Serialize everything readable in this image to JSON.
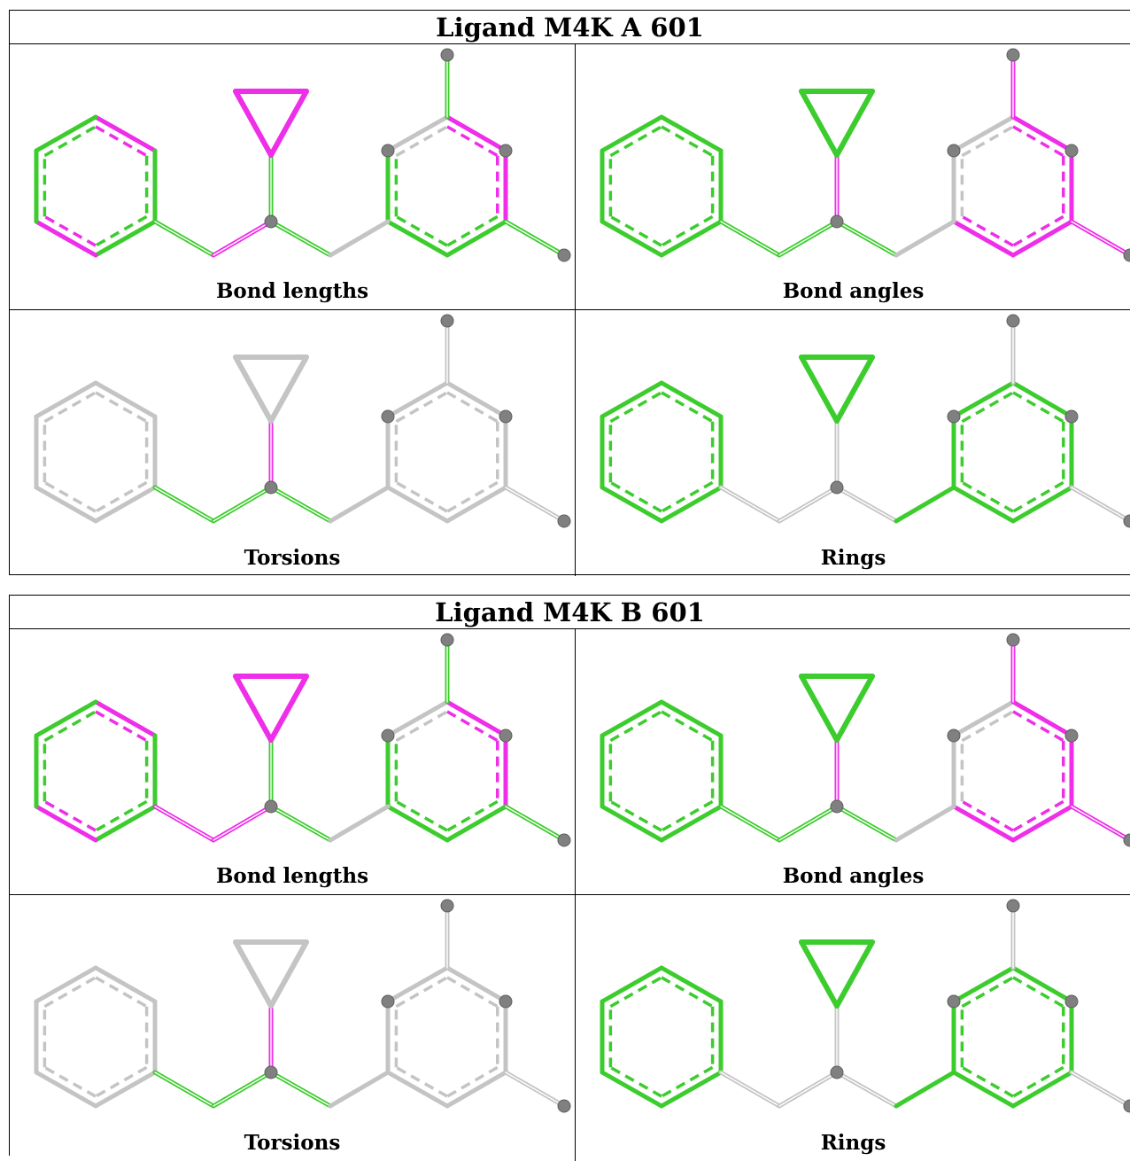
{
  "colors": {
    "green": "#3dcc2e",
    "magenta": "#ee2ee8",
    "grey": "#c4c4c4",
    "atom": "#808080"
  },
  "blocks": [
    {
      "title": "Ligand M4K A 601",
      "panels": [
        {
          "caption": "Bond lengths",
          "colors": {
            "ringL": "mixL",
            "ringR": "mixR",
            "tri": "m",
            "stem": "g",
            "l1": "g",
            "l2": "m",
            "l3": "g",
            "l4": "y",
            "top": "g",
            "side": "g"
          }
        },
        {
          "caption": "Bond angles",
          "colors": {
            "ringL": "g",
            "ringR": "angR",
            "tri": "g",
            "stem": "m",
            "l1": "g",
            "l2": "g",
            "l3": "g",
            "l4": "y",
            "top": "m",
            "side": "m"
          }
        },
        {
          "caption": "Torsions",
          "colors": {
            "ringL": "y",
            "ringR": "y",
            "tri": "y",
            "stem": "m",
            "l1": "g",
            "l2": "g",
            "l3": "g",
            "l4": "y",
            "top": "y",
            "side": "y"
          }
        },
        {
          "caption": "Rings",
          "colors": {
            "ringL": "g",
            "ringR": "g",
            "tri": "g",
            "stem": "y",
            "l1": "y",
            "l2": "y",
            "l3": "y",
            "l4": "g",
            "top": "y",
            "side": "y"
          }
        }
      ]
    },
    {
      "title": "Ligand M4K B 601",
      "panels": [
        {
          "caption": "Bond lengths",
          "colors": {
            "ringL": "mixL",
            "ringR": "mixR",
            "tri": "m",
            "stem": "g",
            "l1": "m",
            "l2": "m",
            "l3": "g",
            "l4": "y",
            "top": "g",
            "side": "g"
          }
        },
        {
          "caption": "Bond angles",
          "colors": {
            "ringL": "g",
            "ringR": "angR",
            "tri": "g",
            "stem": "m",
            "l1": "g",
            "l2": "g",
            "l3": "g",
            "l4": "y",
            "top": "m",
            "side": "m"
          }
        },
        {
          "caption": "Torsions",
          "colors": {
            "ringL": "y",
            "ringR": "y",
            "tri": "y",
            "stem": "m",
            "l1": "g",
            "l2": "g",
            "l3": "g",
            "l4": "y",
            "top": "y",
            "side": "y"
          }
        },
        {
          "caption": "Rings",
          "colors": {
            "ringL": "g",
            "ringR": "g",
            "tri": "g",
            "stem": "y",
            "l1": "y",
            "l2": "y",
            "l3": "y",
            "l4": "g",
            "top": "y",
            "side": "y"
          }
        }
      ]
    }
  ]
}
